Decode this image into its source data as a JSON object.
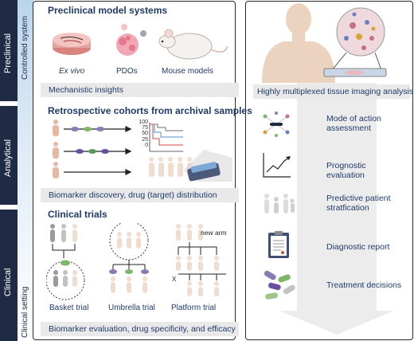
{
  "left_axis": {
    "stage_preclinical": "Preclinical",
    "stage_analytical": "Analytical",
    "stage_clinical": "Clinical",
    "setting_controlled": "Controlled system",
    "setting_clinical": "Clinical setting"
  },
  "preclinical": {
    "title": "Preclinical model systems",
    "items": [
      "Ex vivo",
      "PDOs",
      "Mouse models"
    ],
    "band": "Mechanistic insights"
  },
  "retrospective": {
    "title": "Retrospective cohorts from archival samples",
    "km_ticks": [
      "100",
      "75",
      "50",
      "25",
      "0"
    ],
    "band": "Biomarker discovery, drug (target) distribution"
  },
  "clinical": {
    "title": "Clinical trials",
    "new_arm": "new arm",
    "stop_mark": "X",
    "designs": [
      "Basket trial",
      "Umbrella trial",
      "Platform trial"
    ],
    "band": "Biomarker evaluation, drug specificity, and efficacy"
  },
  "imaging": {
    "band": "Highly multiplexed tissue imaging analysis",
    "applications": [
      {
        "icon": "network-icon",
        "label": "Mode of action assessment"
      },
      {
        "icon": "trend-chart-icon",
        "label": "Prognostic evaluation"
      },
      {
        "icon": "patients-icon",
        "label": "Predictive patient stratfication"
      },
      {
        "icon": "clipboard-icon",
        "label": "Diagnostic report"
      },
      {
        "icon": "pills-icon",
        "label": "Treatment decisions"
      }
    ]
  },
  "colors": {
    "dark_navy": "#1f2a44",
    "title_blue": "#1f3a6a",
    "gradient_top": "#b9d6ec",
    "band_gray": "#e9e9e9",
    "skin": "#ecd3bf"
  }
}
